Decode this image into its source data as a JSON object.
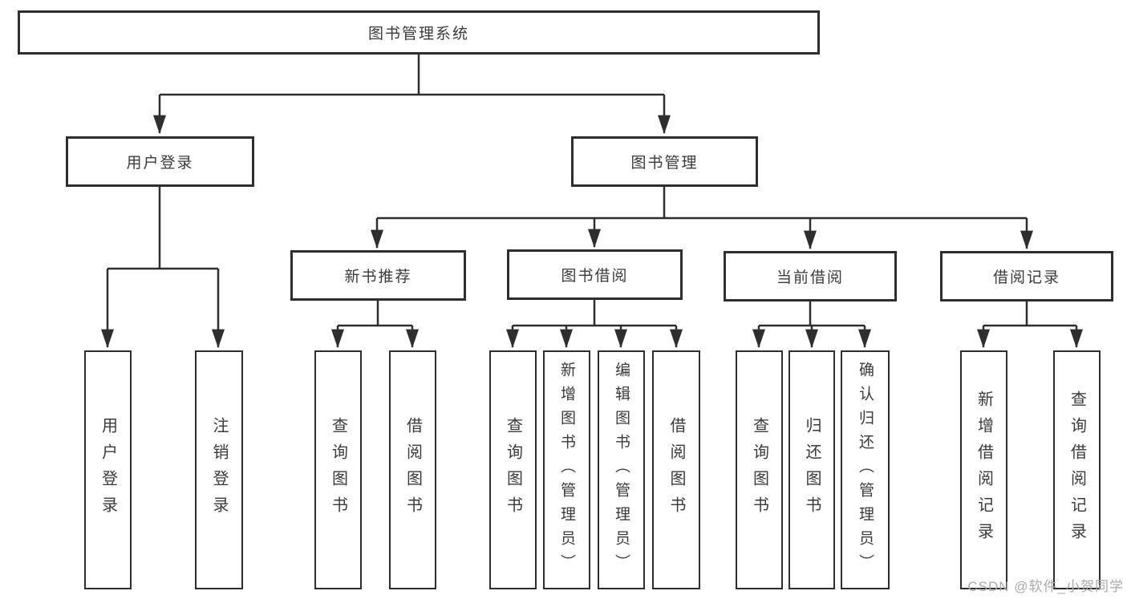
{
  "diagram": {
    "type": "hierarchy-tree",
    "line_color": "#2e2e2e",
    "box_background": "#ffffff",
    "text_color": "#3a3a3a",
    "watermark_color": "#a9a9a9"
  },
  "watermark": "CSDN @软件_小贺同学",
  "tree": {
    "label": "图书管理系统",
    "children": [
      {
        "label": "用户登录",
        "children": [
          {
            "label": "用户登录"
          },
          {
            "label": "注销登录"
          }
        ]
      },
      {
        "label": "图书管理",
        "children": [
          {
            "label": "新书推荐",
            "children": [
              {
                "label": "查询图书"
              },
              {
                "label": "借阅图书"
              }
            ]
          },
          {
            "label": "图书借阅",
            "children": [
              {
                "label": "查询图书"
              },
              {
                "label": "新增图书（管理员）"
              },
              {
                "label": "编辑图书（管理员）"
              },
              {
                "label": "借阅图书"
              }
            ]
          },
          {
            "label": "当前借阅",
            "children": [
              {
                "label": "查询图书"
              },
              {
                "label": "归还图书"
              },
              {
                "label": "确认归还（管理员）"
              }
            ]
          },
          {
            "label": "借阅记录",
            "children": [
              {
                "label": "新增借阅记录"
              },
              {
                "label": "查询借阅记录"
              }
            ]
          }
        ]
      }
    ]
  }
}
